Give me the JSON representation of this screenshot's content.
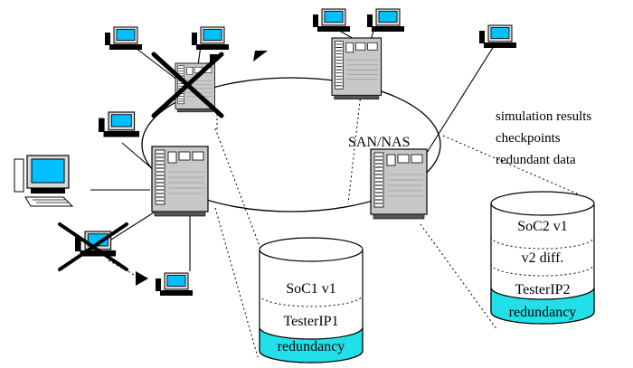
{
  "labels": {
    "san_nas": "SAN/NAS",
    "notes": [
      "simulation results",
      "checkpoints",
      "redundant data"
    ]
  },
  "db1": {
    "name": "SoC1 v1",
    "ip": "TesterIP1",
    "redundancy": "redundancy"
  },
  "db2": {
    "name": "SoC2 v1",
    "diff": "v2 diff.",
    "ip": "TesterIP2",
    "redundancy": "redundancy"
  },
  "colors": {
    "redundancy_fill": "#22e0e8",
    "line": "#000000",
    "server_body": "#c8c8c8",
    "screen": "#00c0ff"
  }
}
